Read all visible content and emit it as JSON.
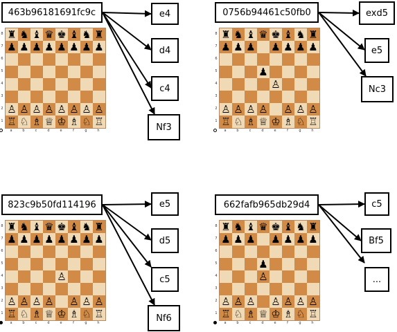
{
  "panels": [
    {
      "hash": "463b96181691fc9c",
      "moves": [
        "e4",
        "d4",
        "c4",
        "Nf3"
      ],
      "turn": "white",
      "board": [
        "rnbqkbnr",
        "pppppppp",
        "........",
        "........",
        "........",
        "........",
        "PPPPPPPP",
        "RNBQKBNR"
      ]
    },
    {
      "hash": "0756b94461c50fb0",
      "moves": [
        "exd5",
        "e5",
        "Nc3"
      ],
      "turn": "white",
      "board": [
        "rnbqkbnr",
        "ppp.pppp",
        "........",
        "...p....",
        "....P...",
        "........",
        "PPPP.PPP",
        "RNBQKBNR"
      ]
    },
    {
      "hash": "823c9b50fd114196",
      "moves": [
        "e5",
        "d5",
        "c5",
        "Nf6"
      ],
      "turn": "black",
      "board": [
        "rnbqkbnr",
        "pppppppp",
        "........",
        "........",
        "....P...",
        "........",
        "PPPP.PPP",
        "RNBQKBNR"
      ]
    },
    {
      "hash": "662fafb965db29d4",
      "moves": [
        "c5",
        "Bf5",
        "..."
      ],
      "turn": "black",
      "board": [
        "rnbqkbnr",
        "ppp.pppp",
        "........",
        "...p....",
        "...P....",
        "........",
        "PPP.PPPP",
        "RNBQKBNR"
      ]
    }
  ],
  "rank_labels": [
    "8",
    "7",
    "6",
    "5",
    "4",
    "3",
    "2",
    "1"
  ],
  "file_labels": [
    "a",
    "b",
    "c",
    "d",
    "e",
    "f",
    "g",
    "h"
  ],
  "colors": {
    "light_square": "#f0d9b5",
    "dark_square": "#d18b47"
  }
}
